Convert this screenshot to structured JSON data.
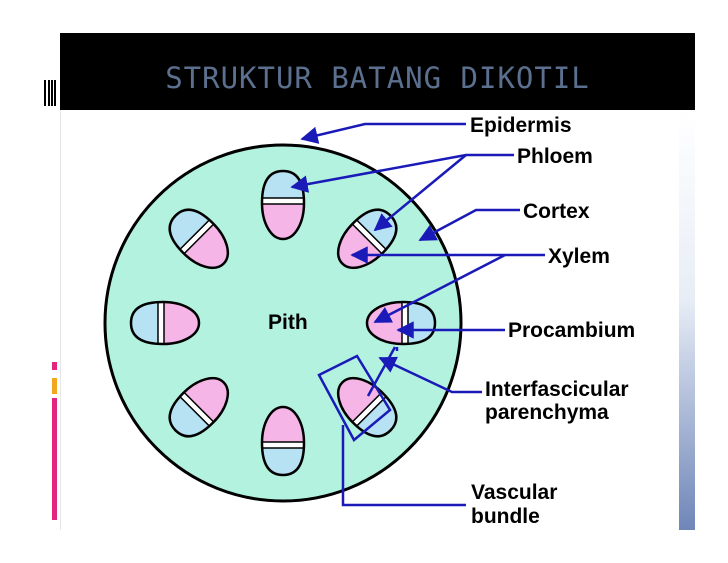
{
  "slide": {
    "title": "STRUKTUR BATANG DIKOTIL"
  },
  "diagram": {
    "center_label": "Pith",
    "labels": {
      "epidermis": "Epidermis",
      "phloem": "Phloem",
      "cortex": "Cortex",
      "xylem": "Xylem",
      "procambium": "Procambium",
      "interfascicular_line1": "Interfascicular",
      "interfascicular_line2": "parenchyma",
      "vascular_line1": "Vascular",
      "vascular_line2": "bundle"
    },
    "colors": {
      "cortex": "#b4f2e0",
      "phloem": "#b6e2f3",
      "xylem": "#f5b5e6",
      "arrow": "#1a1ab8",
      "title_bar": "#000000",
      "title_text": "#5b6f8e"
    }
  }
}
